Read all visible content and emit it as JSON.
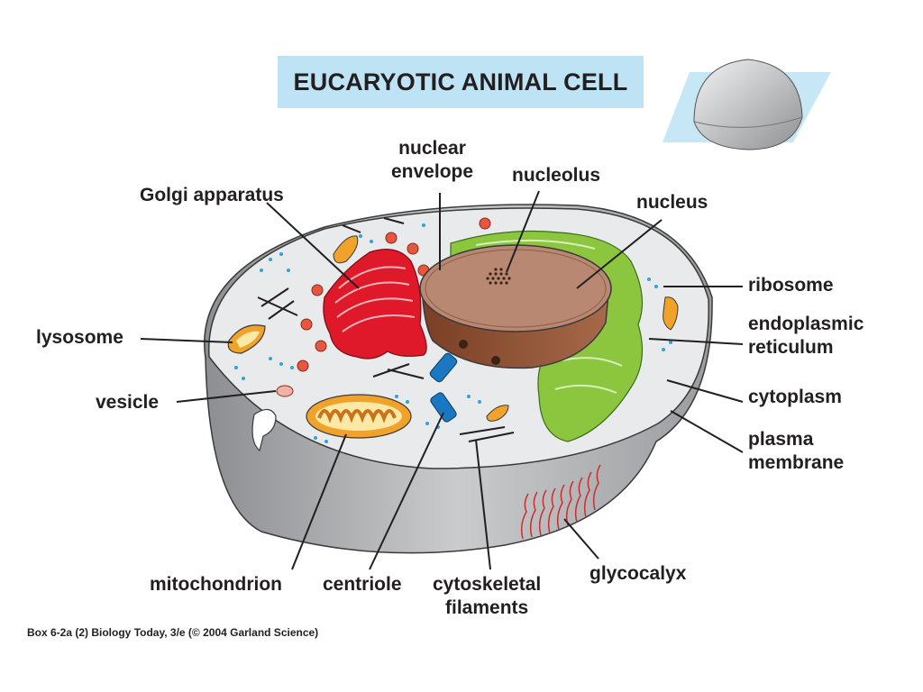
{
  "title": "EUCARYOTIC ANIMAL CELL",
  "labels": {
    "nuclear_envelope": [
      "nuclear",
      "envelope"
    ],
    "nucleolus": "nucleolus",
    "golgi": "Golgi apparatus",
    "nucleus": "nucleus",
    "ribosome": "ribosome",
    "er": [
      "endoplasmic",
      "reticulum"
    ],
    "lysosome": "lysosome",
    "vesicle": "vesicle",
    "cytoplasm": "cytoplasm",
    "plasma_membrane": [
      "plasma",
      "membrane"
    ],
    "mitochondrion": "mitochondrion",
    "centriole": "centriole",
    "cytoskeletal": [
      "cytoskeletal",
      "filaments"
    ],
    "glycocalyx": "glycocalyx"
  },
  "caption": "Box 6-2a (2)  Biology Today, 3/e (© 2004 Garland Science)",
  "colors": {
    "title_bg": "#bde3f5",
    "golgi": "#e0192a",
    "nucleus": "#b98872",
    "er": "#8cc63f",
    "mitochondrion": "#f0a22a",
    "centriole": "#1a78c2",
    "membrane": "#a9abae"
  }
}
